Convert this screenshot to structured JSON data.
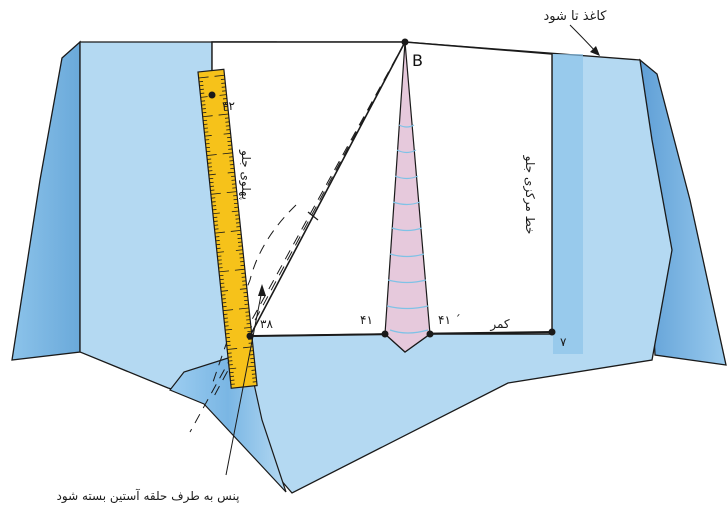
{
  "labels": {
    "paper_fold": "کاغذ تا شود",
    "point_b": "B",
    "point_32": "۳۲",
    "front_side": "پهلوی جلو",
    "center_front": "خط مرکزی جلو",
    "point_38": "۳۸",
    "point_41": "۴۱",
    "point_41_prime": "۴۱ ´",
    "waist": "کمر",
    "point_7": "۷",
    "dart_note": "پنس به طرف حلقه آستین بسته شود"
  },
  "colors": {
    "paper_light": "#b4d9f2",
    "paper_mid": "#8cc3ea",
    "paper_dark": "#5f9fd6",
    "ruler": "#f6c21a",
    "dart_fill": "#e6c9dc",
    "dart_stripe": "#7fc2e6",
    "outline": "#1a1a1a"
  }
}
